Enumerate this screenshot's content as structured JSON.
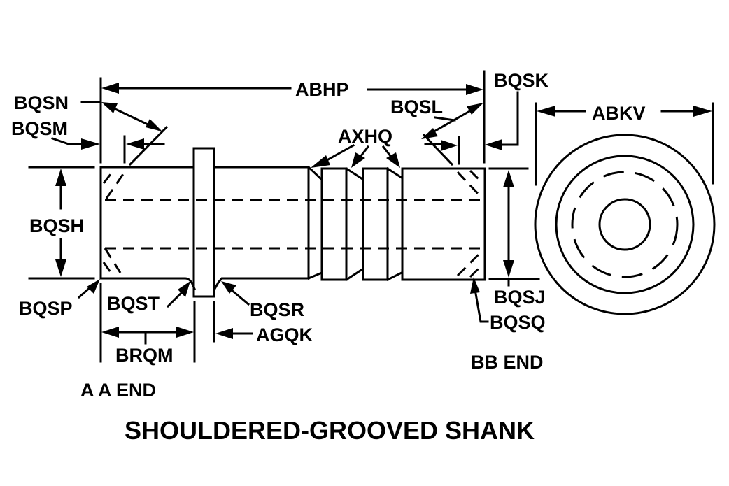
{
  "title": "SHOULDERED-GROOVED SHANK",
  "views": {
    "a_end": "A A END",
    "bb_end": "BB END"
  },
  "labels": {
    "abhp": "ABHP",
    "bqsk": "BQSK",
    "bqsn": "BQSN",
    "bqsm": "BQSM",
    "bqsl": "BQSL",
    "axhq": "AXHQ",
    "abkv": "ABKV",
    "bqsh": "BQSH",
    "bqsp": "BQSP",
    "bqst": "BQST",
    "bqsr": "BQSR",
    "agqk": "AGQK",
    "brqm": "BRQM",
    "bqsj": "BQSJ",
    "bqsq": "BQSQ"
  },
  "colors": {
    "line": "#000000",
    "background": "#ffffff"
  }
}
